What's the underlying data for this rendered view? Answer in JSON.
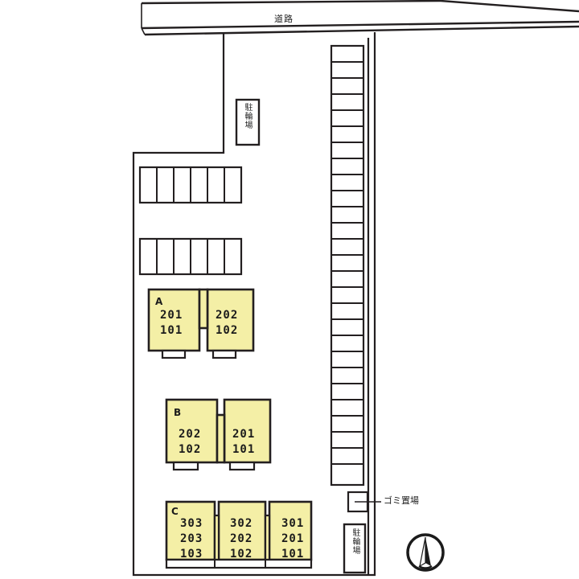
{
  "plan": {
    "title_road": "道路",
    "labels": {
      "bicycle_parking_top": "駐輪場",
      "bicycle_parking_bottom": "駐輪場",
      "garbage_area": "ゴミ置場"
    },
    "compass": "north-compass"
  },
  "buildings": [
    {
      "id": "A",
      "letter": "A",
      "units": [
        {
          "column": 1,
          "floors": [
            "201",
            "101"
          ]
        },
        {
          "column": 2,
          "floors": [
            "202",
            "102"
          ]
        }
      ]
    },
    {
      "id": "B",
      "letter": "B",
      "units": [
        {
          "column": 1,
          "floors": [
            "202",
            "102"
          ]
        },
        {
          "column": 2,
          "floors": [
            "201",
            "101"
          ]
        }
      ]
    },
    {
      "id": "C",
      "letter": "C",
      "units": [
        {
          "column": 1,
          "floors": [
            "303",
            "203",
            "103"
          ]
        },
        {
          "column": 2,
          "floors": [
            "302",
            "202",
            "102"
          ]
        },
        {
          "column": 3,
          "floors": [
            "301",
            "201",
            "101"
          ]
        }
      ]
    }
  ],
  "parking": {
    "row_top_count": 6,
    "row_middle_count": 6,
    "vertical_strip_count": 27
  },
  "colors": {
    "building_fill": "#F4EFA6",
    "line": "#231f20",
    "background": "#ffffff"
  }
}
